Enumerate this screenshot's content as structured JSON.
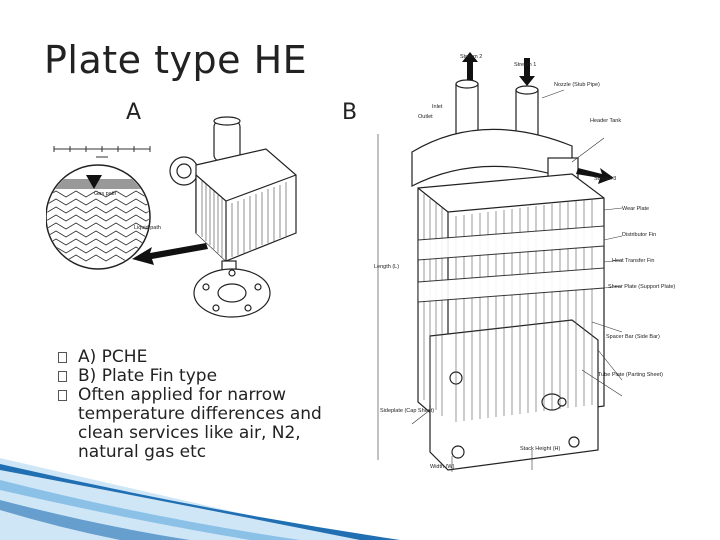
{
  "slide": {
    "title": "Plate type HE",
    "label_a": "A",
    "label_b": "B",
    "bullets": [
      "A) PCHE",
      "B) Plate Fin type",
      "Often applied for narrow temperature differences and clean services like air, N2, natural gas etc"
    ]
  },
  "figure_a": {
    "callouts": [
      "Gas path",
      "Liquid path"
    ]
  },
  "figure_b": {
    "callouts": {
      "stream2": "Stream 2",
      "stream1": "Stream 1",
      "nozzle": "Nozzle (Stub Pipe)",
      "inlet": "Inlet",
      "outlet": "Outlet",
      "header": "Header Tank",
      "stream3": "Stream 3",
      "wear": "Wear Plate",
      "distributor": "Distributor Fin",
      "heat": "Heat Transfer Fin",
      "shear": "Shear Plate (Support Plate)",
      "spacer": "Spacer Bar (Side Bar)",
      "tube": "Tube Plate (Parting Sheet)",
      "length": "Length (L)",
      "sideplate": "Sideplate (Cap Sheet)",
      "width": "Width (W)",
      "stack": "Stack Height (H)"
    }
  },
  "theme": {
    "ribbon_color": "#1f6fb2",
    "ribbon_light": "#cfe6f7"
  }
}
